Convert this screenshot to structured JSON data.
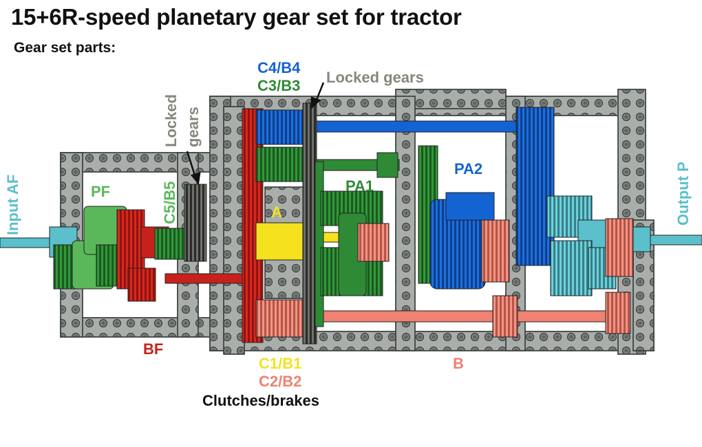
{
  "title": "15+6R-speed planetary gear set for tractor",
  "subtitle": "Gear set parts:",
  "labels": {
    "c4b4": "C4/B4",
    "c3b3": "C3/B3",
    "locked_gears_top": "Locked gears",
    "locked_gears_left_1": "Locked",
    "locked_gears_left_2": "gears",
    "input": "Input AF",
    "output": "Output P",
    "pf": "PF",
    "c5b5": "C5/B5",
    "a": "A",
    "pa1": "PA1",
    "pa2": "PA2",
    "bf": "BF",
    "b": "B",
    "c1b1": "C1/B1",
    "c2b2": "C2/B2",
    "clutches": "Clutches/brakes"
  },
  "colors": {
    "frame": "#a9aeab",
    "frame_dark": "#5c605e",
    "grey_label": "#86877a",
    "blue": "#1463d2",
    "green": "#2f8a36",
    "light_green": "#5ab85a",
    "yellow": "#f5e11e",
    "red": "#c8211b",
    "salmon": "#ef8272",
    "teal": "#5bc0cc",
    "black": "#111111"
  }
}
